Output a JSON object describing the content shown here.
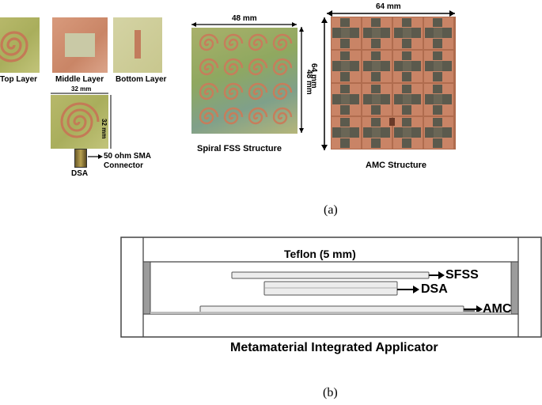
{
  "figure_a": {
    "top_layer_label": "Top Layer",
    "middle_layer_label": "Middle Layer",
    "bottom_layer_label": "Bottom Layer",
    "dsa_width_label": "32 mm",
    "dsa_height_label": "32 mm",
    "connector_label_line1": "50 ohm SMA",
    "connector_label_line2": "Connector",
    "dsa_label": "DSA",
    "fss_width_label": "48 mm",
    "fss_height_label": "48 mm",
    "fss_caption": "Spiral FSS Structure",
    "amc_width_label": "64 mm",
    "amc_height_label": "64 mm",
    "amc_caption": "AMC Structure",
    "panel_caption": "(a)"
  },
  "figure_b": {
    "teflon_label": "Teflon (5 mm)",
    "sfss_label": "SFSS",
    "dsa_label": "DSA",
    "amc_label": "AMC",
    "title": "Metamaterial Integrated Applicator",
    "panel_caption": "(b)"
  }
}
